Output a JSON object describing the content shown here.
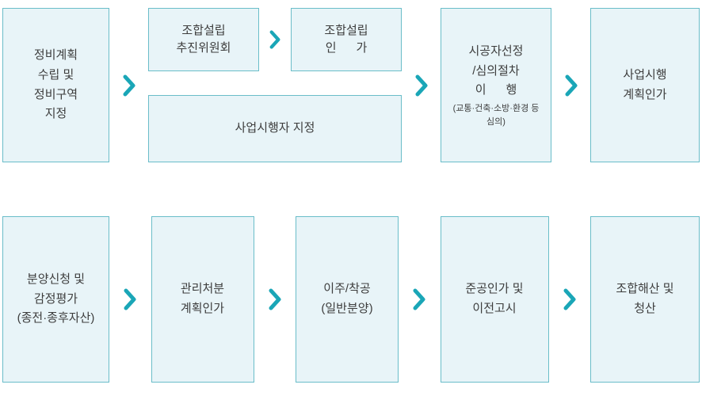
{
  "colors": {
    "box_bg": "#e8f4f8",
    "box_border": "#6abdc9",
    "arrow": "#1aa6b7",
    "text": "#3d3d3d"
  },
  "row1": {
    "step1": "정비계획\n수립 및\n정비구역\n지정",
    "group": {
      "top_left": "조합설립\n추진위원회",
      "top_right": "조합설립\n인      가",
      "bottom": "사업시행자 지정"
    },
    "step3": {
      "main": "시공자선정\n/심의절차\n이      행",
      "sub": "(교통·건축·소방·환경 등\n심의)"
    },
    "step4": "사업시행\n계획인가"
  },
  "row2": {
    "step1": "분양신청 및\n감정평가\n(종전·종후자산)",
    "step2": "관리처분\n계획인가",
    "step3": "이주/착공\n(일반분양)",
    "step4": "준공인가 및\n이전고시",
    "step5": "조합해산 및\n청산"
  }
}
